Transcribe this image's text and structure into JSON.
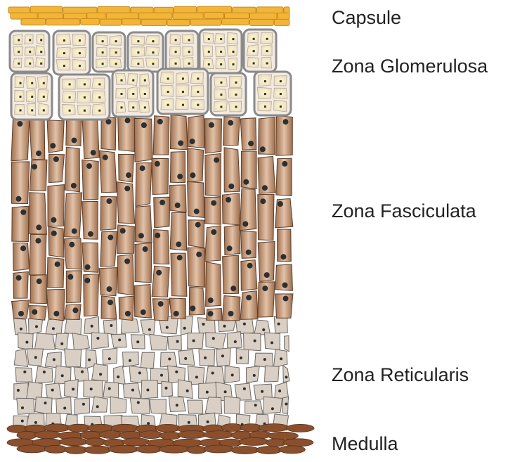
{
  "diagram": {
    "labels": {
      "capsule": "Capsule",
      "glomerulosa": "Zona Glomerulosa",
      "fasciculata": "Zona Fasciculata",
      "reticularis": "Zona Reticularis",
      "medulla": "Medulla"
    },
    "colors": {
      "capsule_fill": "#f2b53c",
      "capsule_stroke": "#c98a12",
      "glomerulosa_cluster_fill": "#f3ebe1",
      "glomerulosa_cluster_stroke": "#8a8a8a",
      "glomerulosa_cell_center": "#fff7c2",
      "glomerulosa_cell_edge": "#e9dccb",
      "fasciculata_light": "#e2c2a8",
      "fasciculata_dark": "#9e6e4d",
      "fasciculata_stroke": "#5e3e2a",
      "reticularis_fill": "#d9cfc4",
      "reticularis_stroke": "#6f6a66",
      "medulla_fill": "#8a4f2c",
      "medulla_stroke": "#5a3119",
      "nucleus": "#2f2f2f"
    }
  }
}
